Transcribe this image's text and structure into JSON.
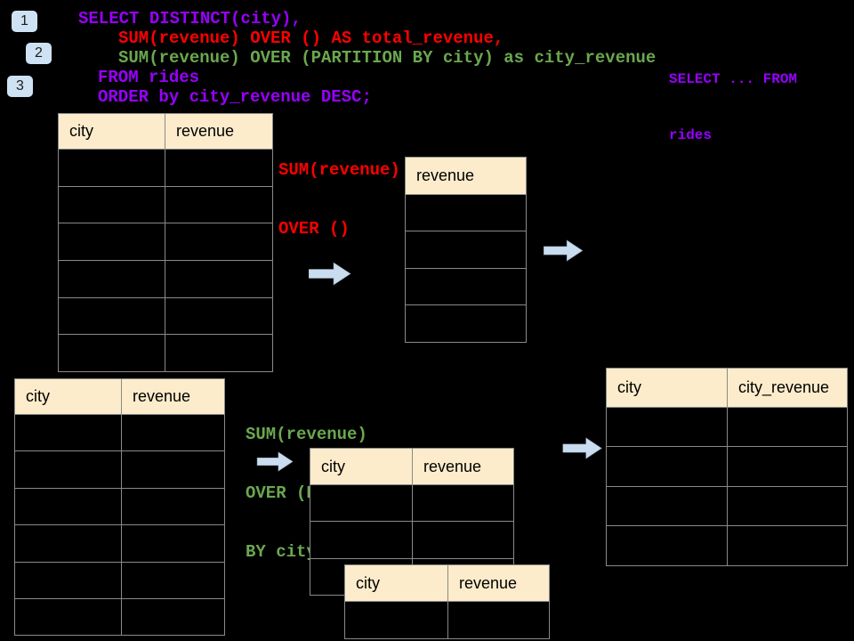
{
  "badges": [
    {
      "label": "1"
    },
    {
      "label": "2"
    },
    {
      "label": "3"
    }
  ],
  "code": {
    "lines": [
      {
        "text": "SELECT DISTINCT(city),",
        "color": "purple"
      },
      {
        "text": "SUM(revenue) OVER () AS total_revenue,",
        "color": "red"
      },
      {
        "text": "SUM(revenue) OVER (PARTITION BY city) as city_revenue",
        "color": "green"
      },
      {
        "text": "FROM rides",
        "color": "purple"
      },
      {
        "text": "ORDER by city_revenue DESC;",
        "color": "purple"
      }
    ]
  },
  "side_note": {
    "lines": [
      "SELECT ... FROM",
      "rides"
    ],
    "color": "purple"
  },
  "labels": {
    "total_label": {
      "lines": [
        "SUM(revenue)",
        "OVER ()"
      ],
      "color": "red"
    },
    "partition_label": {
      "lines": [
        "SUM(revenue)",
        "OVER (PARTITION",
        "BY city)"
      ],
      "color": "green"
    }
  },
  "tables": [
    {
      "name": "rides-source-table-top",
      "columns": [
        "city",
        "revenue"
      ],
      "body_rows": 6
    },
    {
      "name": "total-revenue-table",
      "columns": [
        "revenue"
      ],
      "body_rows": 4
    },
    {
      "name": "rides-source-table-bottom",
      "columns": [
        "city",
        "revenue"
      ],
      "body_rows": 6
    },
    {
      "name": "partition-table-1",
      "columns": [
        "city",
        "revenue"
      ],
      "body_rows": 3
    },
    {
      "name": "partition-table-2",
      "columns": [
        "city",
        "revenue"
      ],
      "body_rows": 1
    },
    {
      "name": "city-revenue-result-table",
      "columns": [
        "city",
        "city_revenue"
      ],
      "body_rows": 4
    }
  ],
  "icons": [
    {
      "name": "arrow-right-icon",
      "count": 4
    }
  ],
  "colors": {
    "purple": "#9900ff",
    "red": "#ff0000",
    "green": "#6aa84f",
    "header_fill": "#fceccb",
    "badge_fill": "#cfe2f3",
    "arrow_fill": "#c9dcf0",
    "arrow_edge": "#8f9aa6",
    "border": "#8a8a8a"
  }
}
